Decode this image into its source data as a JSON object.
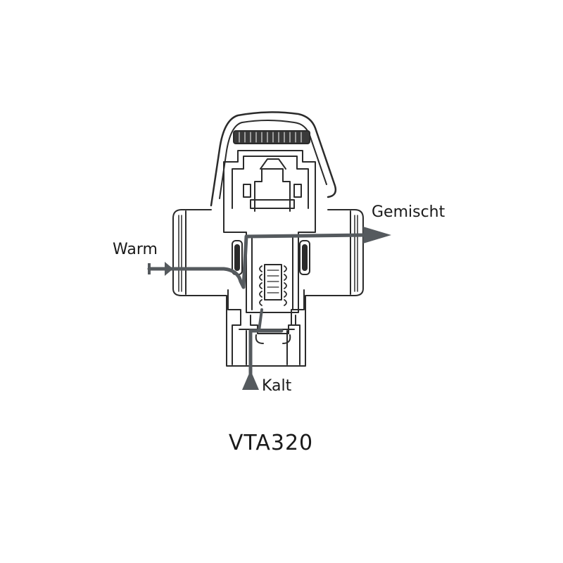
{
  "diagram": {
    "flows": {
      "mixed": "Gemischt",
      "warm": "Warm",
      "cold": "Kalt"
    },
    "model": "VTA320",
    "colors": {
      "outline": "#2b2b2b",
      "flow": "#555a5e",
      "background": "#ffffff"
    }
  }
}
